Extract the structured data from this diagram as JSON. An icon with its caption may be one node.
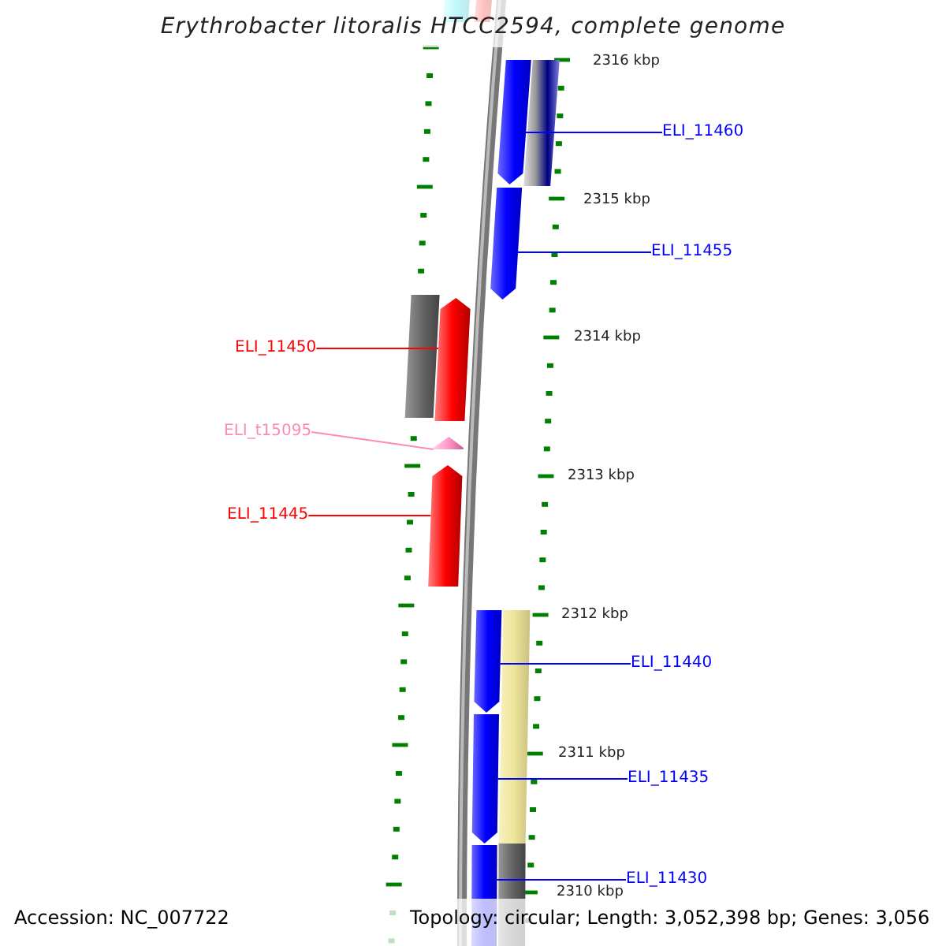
{
  "diagram": {
    "title": "Erythrobacter litoralis HTCC2594, complete genome",
    "nodes": [
      {
        "text": [],
        "shape": "bar"
      },
      {
        "text": [],
        "shape": "bar"
      },
      {
        "text": [],
        "shape": "bar"
      },
      {
        "text": [],
        "shape": "bar"
      },
      {
        "text": [
          "ELI_11460"
        ]
      },
      {
        "text": [],
        "shape": "bar"
      },
      {
        "text": [
          "ELI_11455"
        ]
      },
      {
        "text": [],
        "shape": "bar"
      },
      {
        "text": [],
        "shape": "bar"
      },
      {
        "text": [
          "ELI_11450"
        ]
      },
      {
        "text": [],
        "shape": "bar"
      },
      {
        "text": [
          "ELI_t15095"
        ]
      },
      {
        "text": [],
        "shape": "bar"
      },
      {
        "text": [
          "ELI_11445"
        ]
      },
      {
        "text": [],
        "shape": "bar"
      },
      {
        "text": [],
        "shape": "bar"
      },
      {
        "text": [
          "ELI_11440"
        ]
      },
      {
        "text": [],
        "shape": "bar"
      },
      {
        "text": [
          "ELI_11435"
        ]
      },
      {
        "text": [],
        "shape": "bar"
      },
      {
        "text": [],
        "shape": "bar"
      },
      {
        "text": [
          "ELI_11430"
        ]
      }
    ],
    "edges": [
      {
        "from": 4,
        "to": 2,
        "arrow": "none"
      },
      {
        "from": 6,
        "to": 5,
        "arrow": "none"
      },
      {
        "from": 9,
        "to": 8,
        "arrow": "none",
        "color": "#ff0000"
      },
      {
        "from": 11,
        "to": 10,
        "arrow": "none",
        "color": "#ff88bb"
      },
      {
        "from": 13,
        "to": 12,
        "arrow": "none",
        "color": "#ff0000"
      },
      {
        "from": 16,
        "to": 14,
        "arrow": "none"
      },
      {
        "from": 18,
        "to": 17,
        "arrow": "none"
      },
      {
        "from": 21,
        "to": 19,
        "arrow": "none"
      }
    ],
    "labels": [
      "2316 kbp",
      "2315 kbp",
      "2314 kbp",
      "2313 kbp",
      "2312 kbp",
      "2311 kbp",
      "2310 kbp",
      "Accession: NC_007722",
      "Topology: circular; Length: 3,052,398 bp; Genes: 3,056"
    ]
  }
}
